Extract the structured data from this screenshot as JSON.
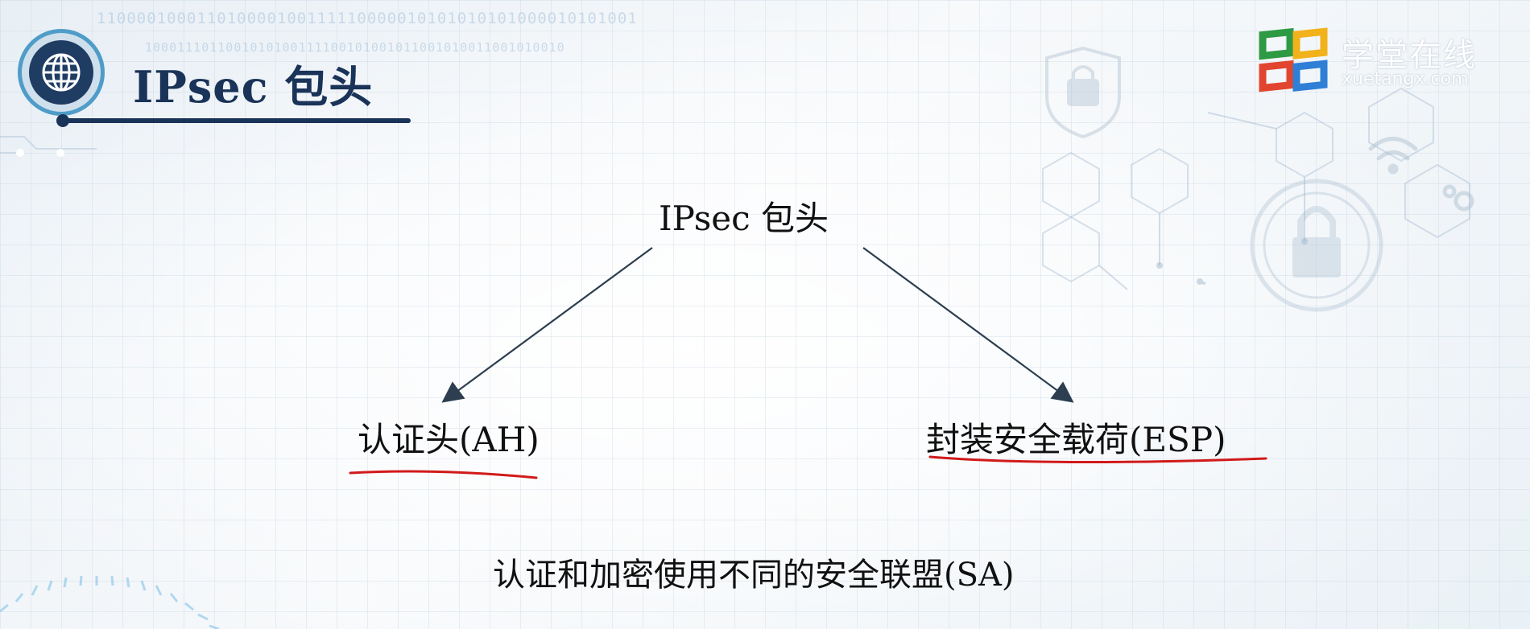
{
  "header": {
    "title": "IPsec 包头",
    "icon": "globe-icon"
  },
  "logo": {
    "name_cn": "学堂在线",
    "name_en": "xuetangx.com",
    "colors": [
      "#2e9a44",
      "#f2b21b",
      "#e2452f",
      "#2f7fd6"
    ]
  },
  "background": {
    "binary_line_1": "110000100011010000100111110000010101010101000010101001",
    "binary_line_2": "1000111011001010100111100101001011001010011001010010",
    "decor_icons": [
      "lock-shield-icon",
      "wifi-icon",
      "gear-icon",
      "lock-icon"
    ]
  },
  "diagram": {
    "root": "IPsec 包头",
    "left_child": "认证头(AH)",
    "right_child": "封装安全载荷(ESP)",
    "note": "认证和加密使用不同的安全联盟(SA)",
    "underline_color": "#d11a1a",
    "arrow_color": "#2c3e50"
  }
}
